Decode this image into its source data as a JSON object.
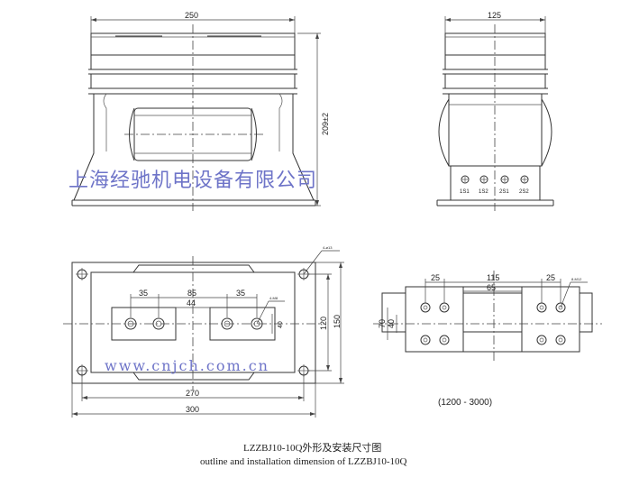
{
  "watermark": {
    "company": "上海经驰机电设备有限公司",
    "url": "www.cnjch.com.cn"
  },
  "front_view": {
    "width_dim": "250",
    "height_dim": "209±2"
  },
  "side_view": {
    "width_dim": "125",
    "terminals": [
      "1S1",
      "1S2",
      "2S1",
      "2S2"
    ]
  },
  "base_plan": {
    "dims": [
      "35",
      "85",
      "35",
      "44",
      "270",
      "300",
      "120",
      "150",
      "40"
    ],
    "hole_callouts": [
      "4-ø13",
      "4-M8"
    ]
  },
  "busbar_view": {
    "dims": [
      "25",
      "115",
      "25",
      "65",
      "70",
      "40"
    ],
    "hole_callout": "8-M12",
    "rating": "(1200 - 3000)"
  },
  "caption": {
    "cn": "LZZBJ10-10Q外形及安装尺寸图",
    "en": "outline and installation dimension of LZZBJ10-10Q"
  }
}
